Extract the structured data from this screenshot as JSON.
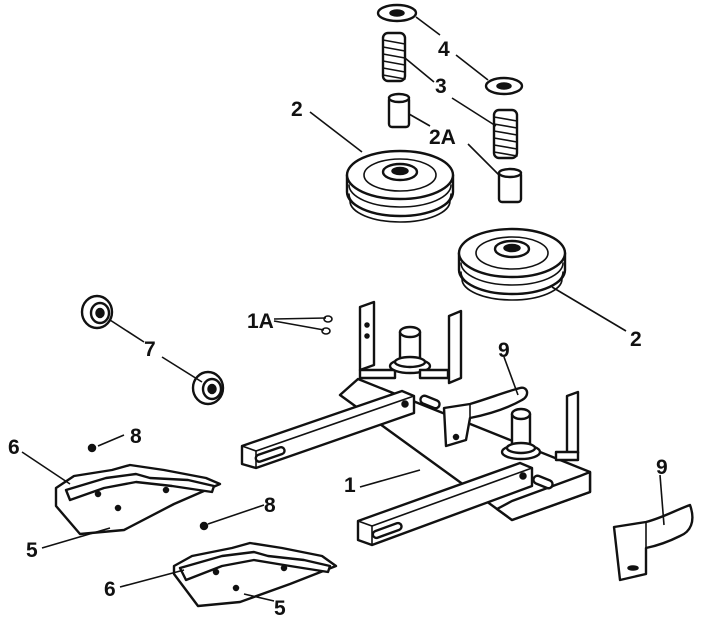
{
  "callouts": {
    "c1": "1",
    "c1a": "1A",
    "c2a": "2",
    "c2b": "2",
    "c2a_sleeve": "2A",
    "c3": "3",
    "c4": "4",
    "c5a": "5",
    "c5b": "5",
    "c6a": "6",
    "c6b": "6",
    "c7": "7",
    "c8a": "8",
    "c8b": "8",
    "c9a": "9",
    "c9b": "9"
  }
}
